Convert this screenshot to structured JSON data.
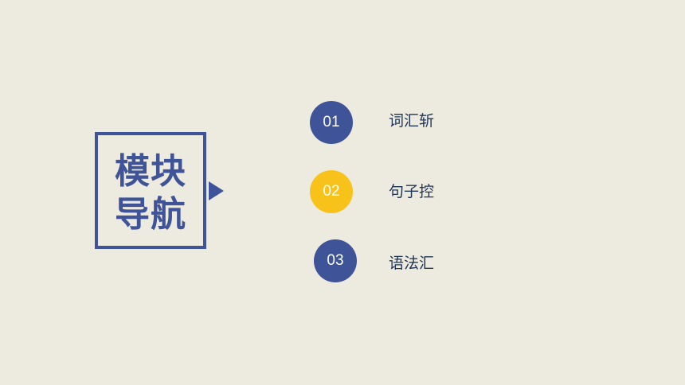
{
  "title": {
    "line1": "模块",
    "line2": "导航"
  },
  "nav_items": [
    {
      "number": "01",
      "label": "词汇斩",
      "color": "#3f5498"
    },
    {
      "number": "02",
      "label": "句子控",
      "color": "#f7c21a"
    },
    {
      "number": "03",
      "label": "语法汇",
      "color": "#3f5498"
    }
  ],
  "colors": {
    "background": "#edeae0",
    "primary": "#3f5498",
    "accent": "#f7c21a",
    "text": "#1f3555"
  },
  "icons": {
    "pointer": "triangle-right-icon"
  }
}
